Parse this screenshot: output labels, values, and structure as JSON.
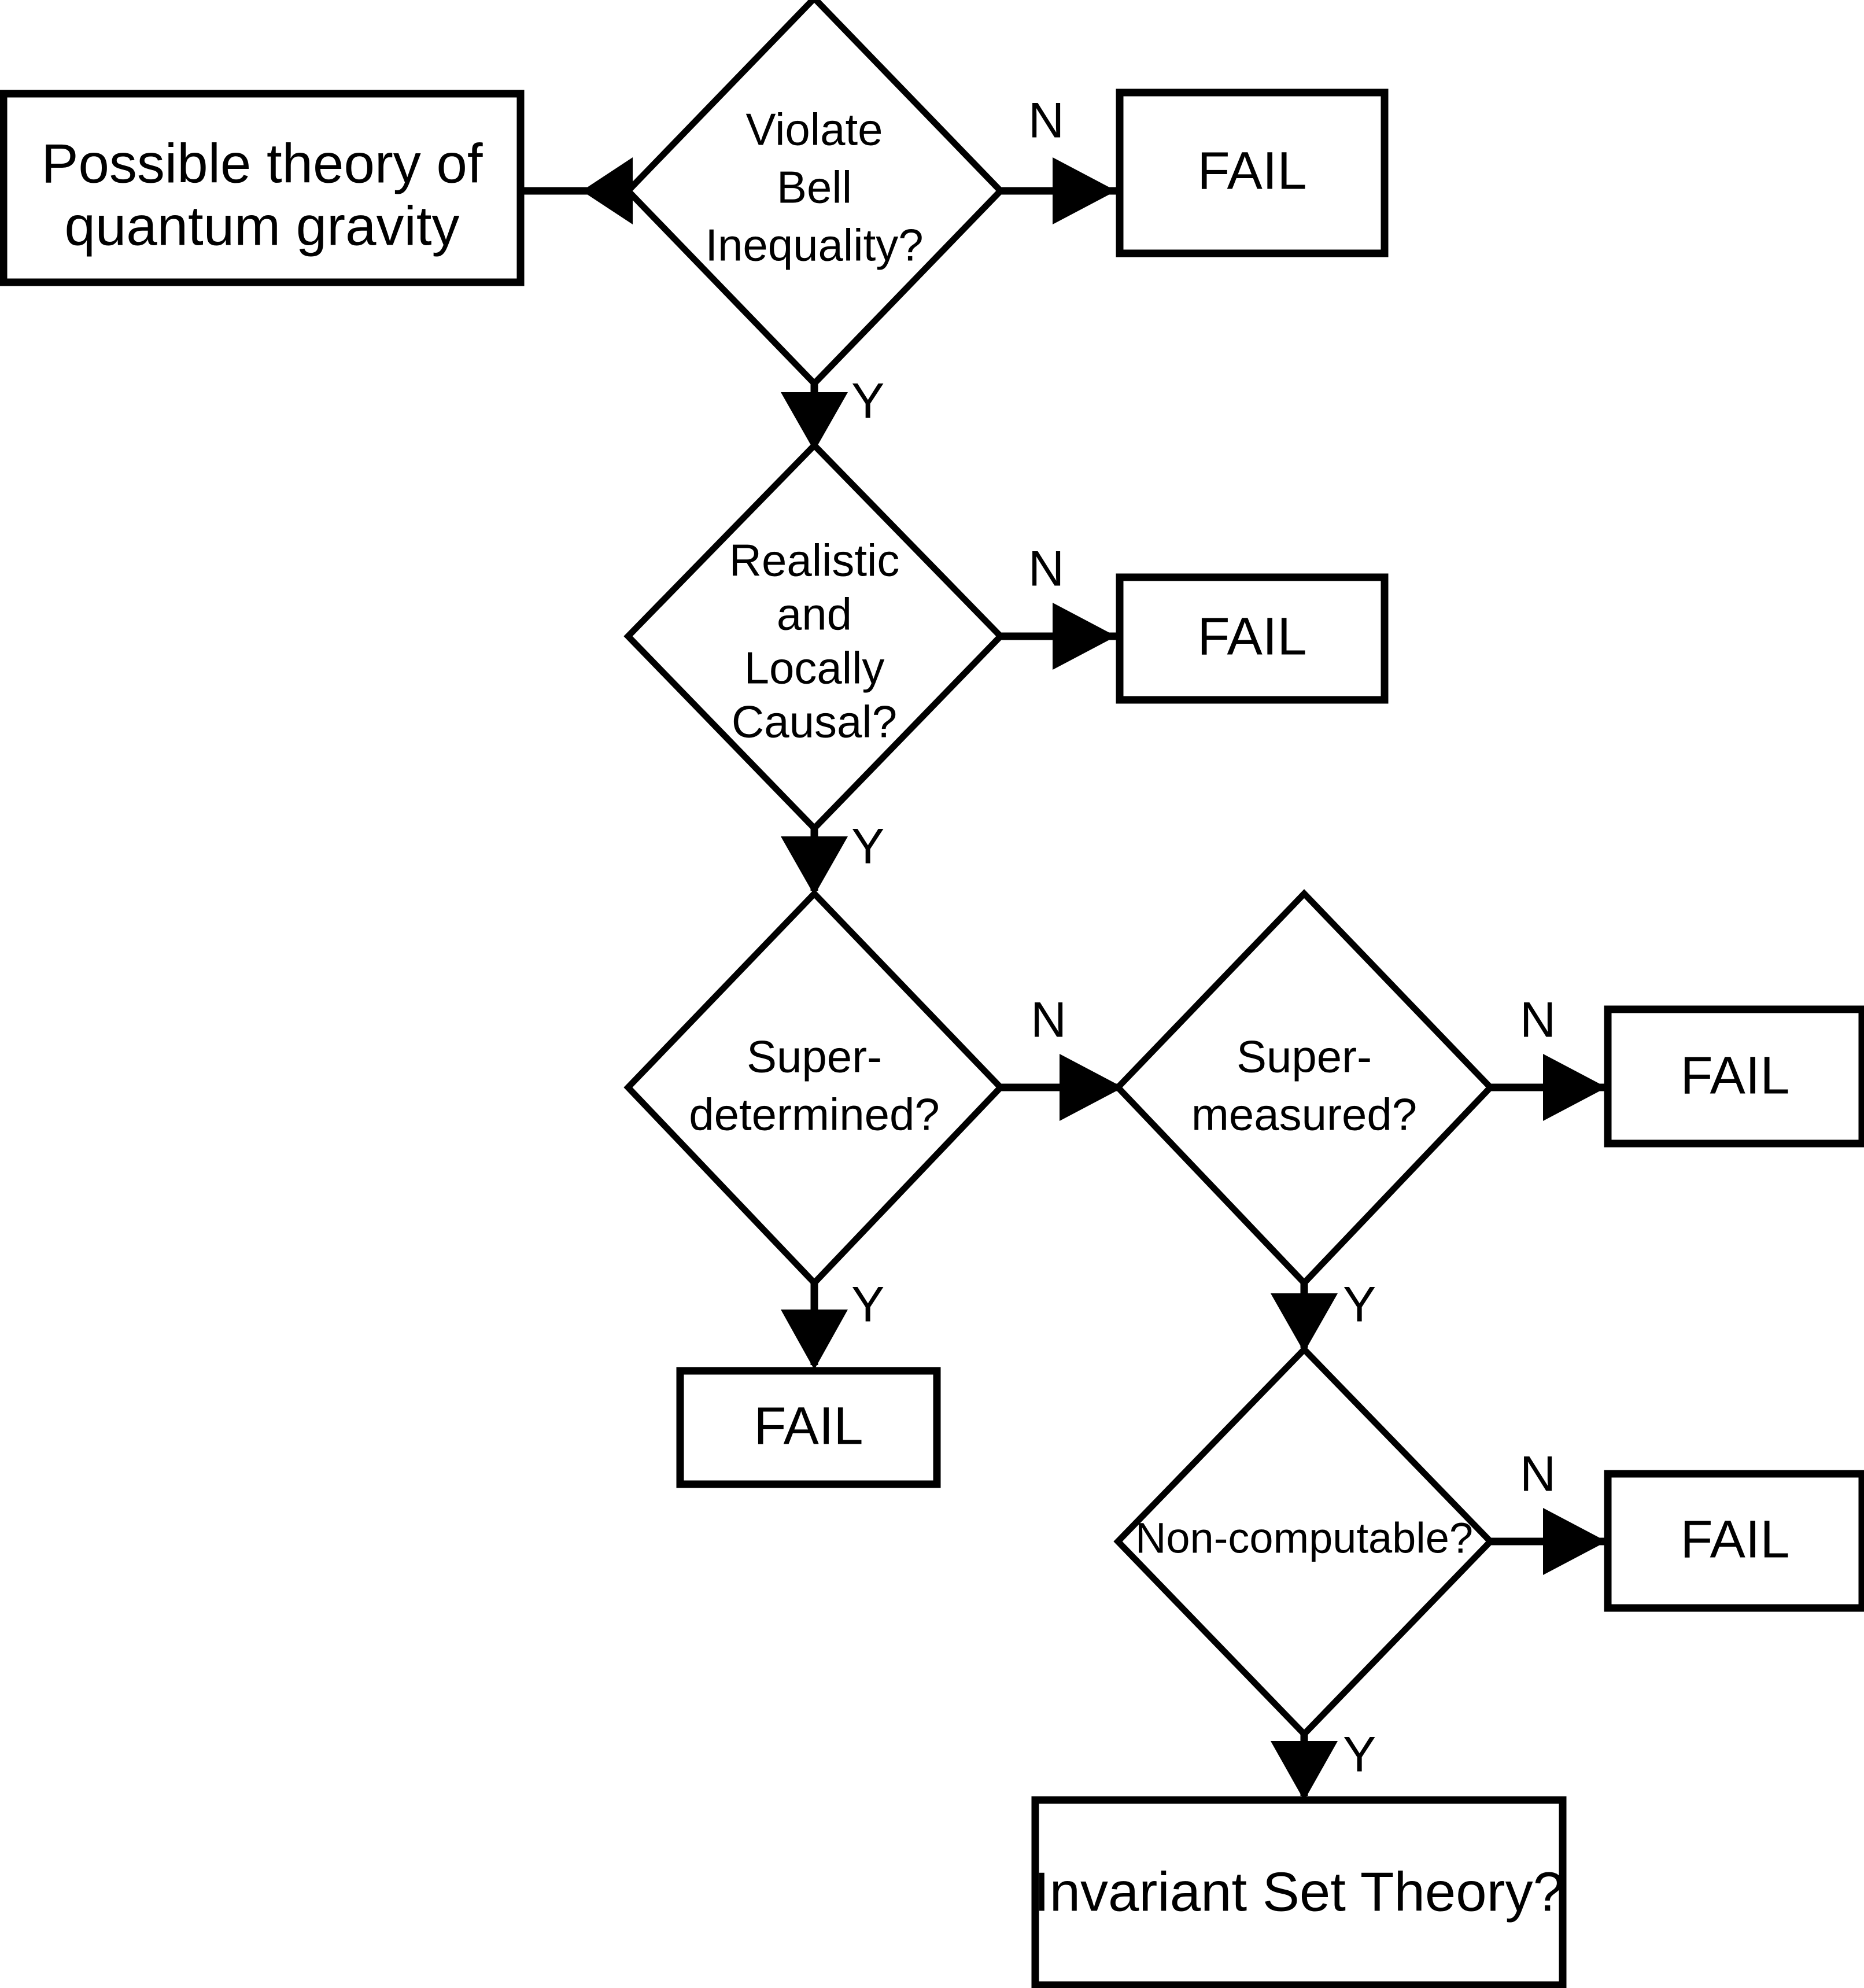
{
  "diagram": {
    "type": "flowchart",
    "title": "",
    "background_color": "#ffffff",
    "line_color": "#000000",
    "nodes": {
      "start": {
        "shape": "rectangle",
        "label_line1": "Possible theory of",
        "label_line2": "quantum gravity"
      },
      "d1": {
        "shape": "diamond",
        "label_line1": "Violate",
        "label_line2": "Bell",
        "label_line3": "Inequality?"
      },
      "d2": {
        "shape": "diamond",
        "label_line1": "Realistic",
        "label_line2": "and",
        "label_line3": "Locally",
        "label_line4": "Causal?"
      },
      "d3": {
        "shape": "diamond",
        "label_line1": "Super-",
        "label_line2": "determined?"
      },
      "d4": {
        "shape": "diamond",
        "label_line1": "Super-",
        "label_line2": "measured?"
      },
      "d5": {
        "shape": "diamond",
        "label_line1": "Non-computable?"
      },
      "fail1": {
        "shape": "rectangle",
        "label": "FAIL"
      },
      "fail2": {
        "shape": "rectangle",
        "label": "FAIL"
      },
      "fail3": {
        "shape": "rectangle",
        "label": "FAIL"
      },
      "fail4": {
        "shape": "rectangle",
        "label": "FAIL"
      },
      "fail5": {
        "shape": "rectangle",
        "label": "FAIL"
      },
      "result": {
        "shape": "rectangle",
        "label": "Invariant Set Theory?"
      }
    },
    "edge_labels": {
      "d1_no": "N",
      "d1_yes": "Y",
      "d2_no": "N",
      "d2_yes": "Y",
      "d3_no": "N",
      "d3_yes": "Y",
      "d4_no": "N",
      "d4_yes": "Y",
      "d5_no": "N",
      "d5_yes": "Y"
    }
  }
}
